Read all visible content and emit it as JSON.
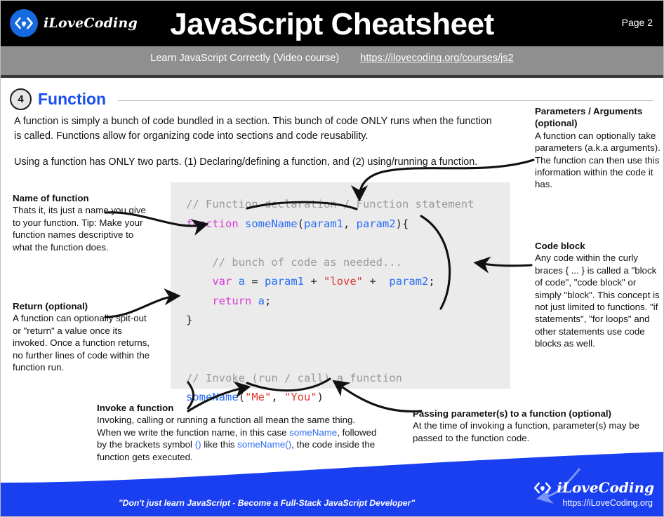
{
  "header": {
    "brand": "iLoveCoding",
    "logo_icon": "code-heart-icon",
    "title": "JavaScript Cheatsheet",
    "page_label": "Page 2",
    "subtitle": "Learn JavaScript Correctly (Video course)",
    "link": "https://ilovecoding.org/courses/js2"
  },
  "section": {
    "number": "4",
    "title": "Function",
    "intro_p1": "A function is simply a bunch of code bundled in a section. This bunch of code ONLY runs when the function is called. Functions allow for organizing code into sections and code reusability.",
    "intro_p2": "Using a function has ONLY two parts. (1) Declaring/defining a function, and (2) using/running a function."
  },
  "code": {
    "line1_comment": "// Function declaration / Function statement",
    "l2_kw": "function",
    "l2_name": "someName",
    "l2_open": "(",
    "l2_p1": "param1",
    "l2_comma": ", ",
    "l2_p2": "param2",
    "l2_close": "){",
    "l3_comment": "// bunch of code as needed...",
    "l4_kw": "var",
    "l4_a": "a",
    "l4_eq": " = ",
    "l4_p1": "param1",
    "l4_plus1": " + ",
    "l4_str": "\"love\"",
    "l4_plus2": " + ",
    "l4_p2": "param2",
    "l4_semi": ";",
    "l5_kw": "return",
    "l5_a": "a",
    "l5_semi": ";",
    "l6_brace": "}",
    "l7_comment": "// Invoke (run / call) a function",
    "l8_name": "someName",
    "l8_open": "(",
    "l8_s1": "\"Me\"",
    "l8_comma": ", ",
    "l8_s2": "\"You\"",
    "l8_close": ")"
  },
  "notes": {
    "name_of_function": {
      "title": "Name of function",
      "body": "Thats it, its just a name you give to your function. Tip: Make your function names descriptive to what the function does."
    },
    "return_optional": {
      "title": "Return (optional)",
      "body": "A function can optionally spit-out or \"return\" a value once its invoked. Once a function returns, no further lines of code within the function run."
    },
    "parameters": {
      "title": "Parameters / Arguments (optional)",
      "body": "A function can optionally take parameters (a.k.a arguments). The function can then use this information within the code it has."
    },
    "code_block": {
      "title": "Code block",
      "body": "Any code within the curly braces { ... } is called a \"block of code\", \"code block\" or simply \"block\". This concept is not just limited to functions. \"if statements\", \"for loops\" and other statements use code blocks as well."
    },
    "invoke": {
      "title": "Invoke a function",
      "body_part1": "Invoking, calling or running a function all mean the same thing. When we write the function name, in this case ",
      "code1": "someName",
      "body_part2": ", followed by the brackets symbol ",
      "code2": "()",
      "body_part3": " like this ",
      "code3": "someName()",
      "body_part4": ", the code inside the function gets executed."
    },
    "passing": {
      "title": "Passing parameter(s) to a function (optional)",
      "body": "At the time of invoking a function, parameter(s) may be passed to the function code."
    }
  },
  "footer": {
    "tagline": "\"Don't just learn JavaScript - Become a Full-Stack JavaScript Developer\"",
    "brand": "iLoveCoding",
    "logo_icon": "code-heart-icon",
    "url": "https://iLoveCoding.org"
  },
  "colors": {
    "brand_blue": "#1a4ff0",
    "header_black": "#000000",
    "subheader_gray": "#8f8f8f",
    "code_bg": "#ebebeb",
    "keyword": "#d63ad6",
    "identifier": "#2a6df5",
    "string": "#e03a2f",
    "comment": "#9a9a9a"
  }
}
